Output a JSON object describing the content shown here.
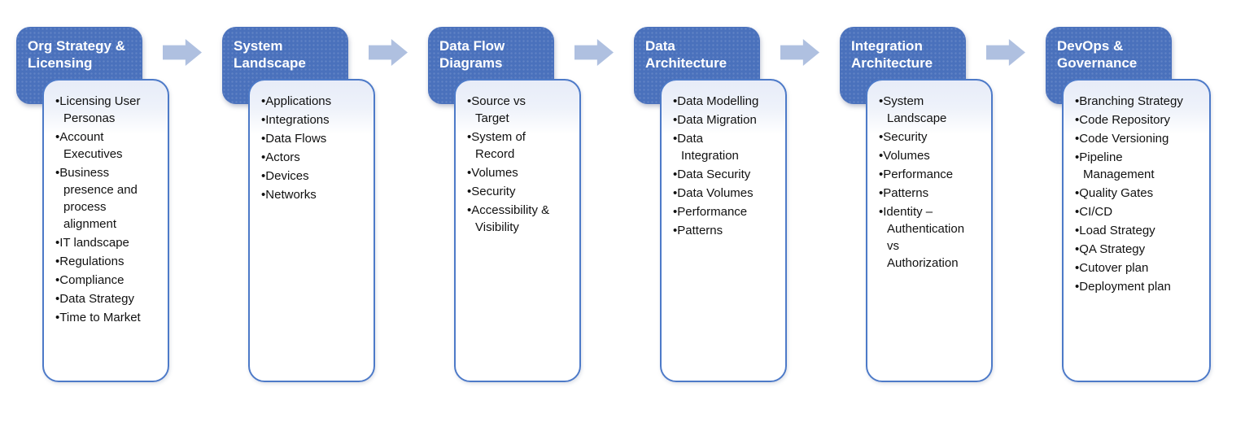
{
  "diagram": {
    "type": "process-flow",
    "arrow_icon": "right-block-arrow",
    "colors": {
      "header_fill": "#4a71bc",
      "header_text": "#ffffff",
      "card_border": "#4d7ac8",
      "card_tint_top": "#e7ecf8",
      "card_fill": "#ffffff",
      "arrow_fill": "#afc0e0",
      "bullet_text": "#111111",
      "background": "#ffffff"
    },
    "stages": [
      {
        "title": "Org Strategy &\nLicensing",
        "items": [
          "Licensing User\nPersonas",
          "Account\nExecutives",
          "Business\npresence and\nprocess\nalignment",
          "IT landscape",
          "Regulations",
          "Compliance",
          "Data Strategy",
          "Time to Market"
        ]
      },
      {
        "title": "System\nLandscape",
        "items": [
          "Applications",
          "Integrations",
          "Data Flows",
          "Actors",
          "Devices",
          "Networks"
        ]
      },
      {
        "title": "Data Flow\nDiagrams",
        "items": [
          "Source vs\nTarget",
          "System of\nRecord",
          "Volumes",
          "Security",
          "Accessibility &\nVisibility"
        ]
      },
      {
        "title": "Data\nArchitecture",
        "items": [
          "Data Modelling",
          "Data Migration",
          "Data\nIntegration",
          "Data Security",
          "Data Volumes",
          "Performance",
          "Patterns"
        ]
      },
      {
        "title": "Integration\nArchitecture",
        "items": [
          "System\nLandscape",
          "Security",
          "Volumes",
          "Performance",
          "Patterns",
          "Identity –\nAuthentication\nvs\nAuthorization"
        ]
      },
      {
        "title": "DevOps &\nGovernance",
        "items": [
          "Branching Strategy",
          "Code Repository",
          "Code Versioning",
          "Pipeline\nManagement",
          "Quality Gates",
          "CI/CD",
          "Load Strategy",
          "QA Strategy",
          "Cutover plan",
          "Deployment plan"
        ]
      }
    ]
  }
}
